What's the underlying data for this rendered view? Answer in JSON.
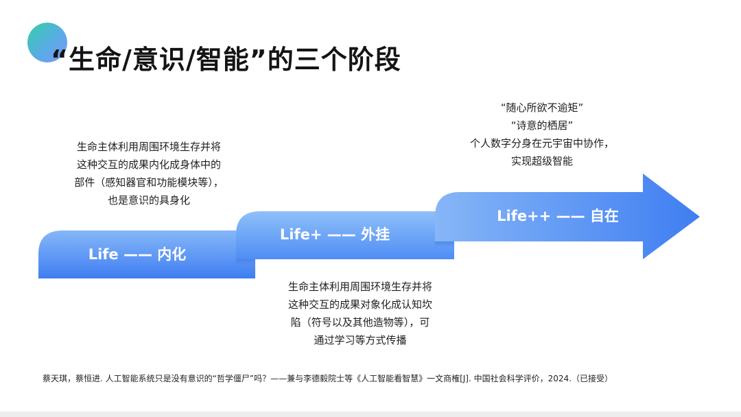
{
  "title": "“生命/意识/智能”的三个阶段",
  "stages": [
    {
      "label": "Life —— 内化",
      "description": [
        "生命主体利用周围环境生存并将",
        "这种交互的成果内化成身体中的",
        "部件（感知器官和功能模块等），",
        "也是意识的具身化"
      ]
    },
    {
      "label": "Life+ —— 外挂",
      "description": [
        "生命主体利用周围环境生存并将",
        "这种交互的成果对象化成认知坎",
        "陷（符号以及其他造物等），可",
        "通过学习等方式传播"
      ]
    },
    {
      "label": "Life++ —— 自在",
      "description": [
        "“随心所欲不逾矩”",
        "“诗意的栖居”",
        "个人数字分身在元宇宙中协作，",
        "实现超级智能"
      ]
    }
  ],
  "citation": "蔡天琪，蔡恒进. 人工智能系统只是没有意识的“哲学僵尸”吗？——兼与李德毅院士等《人工智能看智慧》一文商榷[J]. 中国社会科学评价，2024.（已接受）",
  "colors": {
    "accent_blue": "#3f7ef2",
    "light_blue": "#7fb2f7",
    "deco_green": "#1ec8a0"
  }
}
